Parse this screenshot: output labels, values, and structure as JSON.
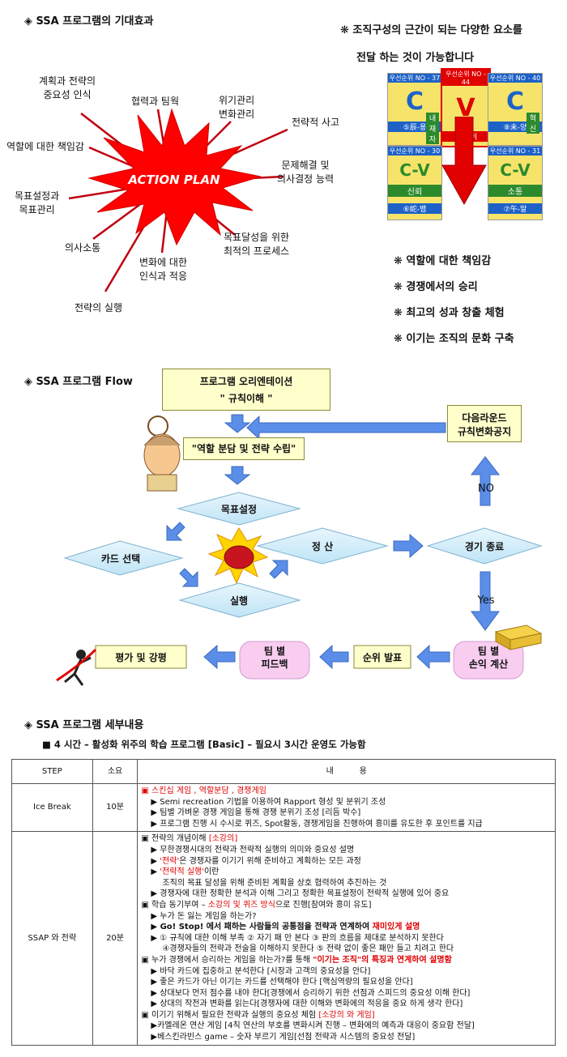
{
  "section1": {
    "title": "◈ SSA 프로그램의 기대효과",
    "center": "ACTION PLAN",
    "spokes": [
      "계획과 전략의\n중요성 인식",
      "협력과 팀웍",
      "위기관리\n변화관리",
      "전략적 사고",
      "문제해결 및\n의사결정 능력",
      "목표달성을 위한\n최적의 프로세스",
      "변화에 대한\n인식과 적응",
      "전략의 실행",
      "의사소통",
      "목표설정과\n목표관리",
      "역할에 대한 책임감"
    ],
    "right_heading_1": "❋ 조직구성의 근간이 되는 다양한 요소를",
    "right_heading_2": "전달 하는 것이 가능합니다",
    "cards": [
      {
        "top": "우선순위 NO - 37",
        "letter": "C",
        "side": "내재자",
        "bottom": "⑤辰-용"
      },
      {
        "top": "우선순위 NO - 44",
        "letter": "V",
        "side": "",
        "bottom": "①子-쥐"
      },
      {
        "top": "우선순위 NO - 40",
        "letter": "C",
        "side": "혁신",
        "bottom": "⑧未-양"
      },
      {
        "top": "우선순위 NO - 30",
        "letter": "C-V",
        "side": "신뢰",
        "bottom": "⑥蛇-뱀"
      },
      {
        "top": "우선순위 NO - 31",
        "letter": "C-V",
        "side": "소통",
        "bottom": "⑦午-말"
      }
    ],
    "benefits": [
      "❋ 역할에 대한 책임감",
      "❋ 경쟁에서의 승리",
      "❋ 최고의 성과 창출 체험",
      "❋ 이기는 조직의 문화 구축"
    ]
  },
  "section2": {
    "title": "◈ SSA 프로그램 Flow",
    "orientation_1": "프로그램 오리엔테이션",
    "orientation_2": "\" 규칙이해 \"",
    "role": "\"역할 분담 및 전략 수립\"",
    "download_1": "다음라운드",
    "download_2": "규칙변화공지",
    "goal": "목표설정",
    "card": "카드 선택",
    "exec": "실행",
    "settle": "정  산",
    "end": "경기 종료",
    "no": "NO",
    "yes": "Yes",
    "team_calc_1": "팀 별",
    "team_calc_2": "손익 계산",
    "rank": "순위 발표",
    "feedback_1": "팀 별",
    "feedback_2": "피드백",
    "eval": "평가 및 강평"
  },
  "section3": {
    "title": "◈ SSA 프로그램 세부내용",
    "subtitle": "■ 4 시간 – 활성화 위주의 학습 프로그램 [Basic] –  필요시 3시간 운영도 가능함",
    "headers": [
      "STEP",
      "소요",
      "내          용"
    ],
    "row1": {
      "step": "Ice Break",
      "time": "10분",
      "l1": "▣ 스킨십 게임 , 역할분담 , 경쟁게임",
      "l2": "▶ Semi recreation 기법을 이용하여 Rapport 형성 및 분위기 조성",
      "l3": "▶ 팀별 가벼운 경쟁 게임을 통해 경쟁 분위기 조성 [리듬 박수]",
      "l4": "▶ 프로그램 진행 시 수시로 퀴즈, Spot활동, 경쟁게임을 진행하여 흥미를 유도한 후 포인트를 지급"
    },
    "row2": {
      "step": "SSAP 와 전략",
      "time": "20분",
      "a1": "▣ 전략의 개념이해",
      "a1r": "[소강의]",
      "a2": "▶ 무한경쟁시대의 전략과 전략적 실행의 의미와 중요성 설명",
      "a3a": "▶ ",
      "a3r": "'전략'",
      "a3b": "은 경쟁자를 이기기 위해 준비하고 계획하는 모든 과정",
      "a4a": "▶ ",
      "a4r": "'전략적 실행'",
      "a4b": "이란",
      "a5": "조직의 목표 달성을 위해 준비된 계획을 상호 협력하여 추진하는 것",
      "a6": "▶ 경쟁자에 대한 정확한 분석과 이해 그리고 정확한 목표설정이 전략적 실행에 있어 중요",
      "b1a": "▣ 학습 동기부여 – ",
      "b1r": "소강의 및 퀴즈 방식",
      "b1b": "으로 진행[참여와 흥미 유도]",
      "b2": "▶ 누가 돈 잃는 게임을 하는가?",
      "b3a": "▶ Go! Stop! 에서 패하는 사람들의 공통점을 전략과 연계하여 ",
      "b3r": "재미있게 설명",
      "b4": "▶ ① 규칙에 대한 이해 부족 ② 자기 패 만 본다  ③ 판의 흐름을 제대로 분석하지 못한다",
      "b5": "④경쟁자들의 전략과 전술을 이해하지 못한다 ⑤ 전략 없이 좋은 패만 들고 치려고 한다",
      "c1a": "▣ 누가 경쟁에서 승리하는 게임을 하는가?를 통해 ",
      "c1r": "\"이기는 조직\"의 특징과 연계하여 설명함",
      "c2": "▶ 바닥 카드에 집중하고 분석한다 [시장과 고객의 중요성을 안다]",
      "c3": "▶ 좋은 카드가 아닌 이기는 카드를 선택해야 한다 [핵심역량의 필요성을 안다]",
      "c4": "▶ 상대보다 먼저 점수를 내야 한다[경쟁에서 승리하기 위한 선점과 스피드의 중요성 이해 한다]",
      "c5": "▶ 상대의 작전과 변화를 읽는다[경쟁자에 대한 이해와 변화에의 적응을 중요 하게 생각 한다]",
      "d1a": "▣ 이기기 위해서 필요한 전략과 실행의 중요성 체험 ",
      "d1r": "[소강의 와 게임]",
      "d2": "▶카멜레온 연산 게임 [4칙 연산의 부호를 변화시켜 진행 – 변화에의 예측과 대응이 중요함 전달]",
      "d3": "▶베스킨라빈스 game – 숫자 부르기 게임[선점 전략과 시스템의 중요성 전달]"
    }
  }
}
